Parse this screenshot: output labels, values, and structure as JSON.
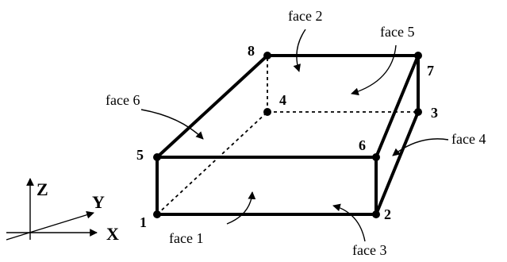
{
  "nodes": [
    {
      "id": "1",
      "label": "1"
    },
    {
      "id": "2",
      "label": "2"
    },
    {
      "id": "3",
      "label": "3"
    },
    {
      "id": "4",
      "label": "4"
    },
    {
      "id": "5",
      "label": "5"
    },
    {
      "id": "6",
      "label": "6"
    },
    {
      "id": "7",
      "label": "7"
    },
    {
      "id": "8",
      "label": "8"
    }
  ],
  "edges": [
    {
      "from": "1",
      "to": "2",
      "style": "solid"
    },
    {
      "from": "1",
      "to": "5",
      "style": "solid"
    },
    {
      "from": "2",
      "to": "6",
      "style": "solid"
    },
    {
      "from": "5",
      "to": "6",
      "style": "solid"
    },
    {
      "from": "5",
      "to": "8",
      "style": "solid"
    },
    {
      "from": "8",
      "to": "7",
      "style": "solid"
    },
    {
      "from": "6",
      "to": "7",
      "style": "solid"
    },
    {
      "from": "7",
      "to": "3",
      "style": "solid"
    },
    {
      "from": "2",
      "to": "3",
      "style": "solid"
    },
    {
      "from": "1",
      "to": "4",
      "style": "dashed"
    },
    {
      "from": "4",
      "to": "8",
      "style": "dashed"
    },
    {
      "from": "4",
      "to": "3",
      "style": "dashed"
    }
  ],
  "faces": [
    {
      "id": "face1",
      "label": "face 1"
    },
    {
      "id": "face2",
      "label": "face 2"
    },
    {
      "id": "face3",
      "label": "face 3"
    },
    {
      "id": "face4",
      "label": "face 4"
    },
    {
      "id": "face5",
      "label": "face 5"
    },
    {
      "id": "face6",
      "label": "face 6"
    }
  ],
  "axes": {
    "z": "Z",
    "y": "Y",
    "x": "X"
  }
}
